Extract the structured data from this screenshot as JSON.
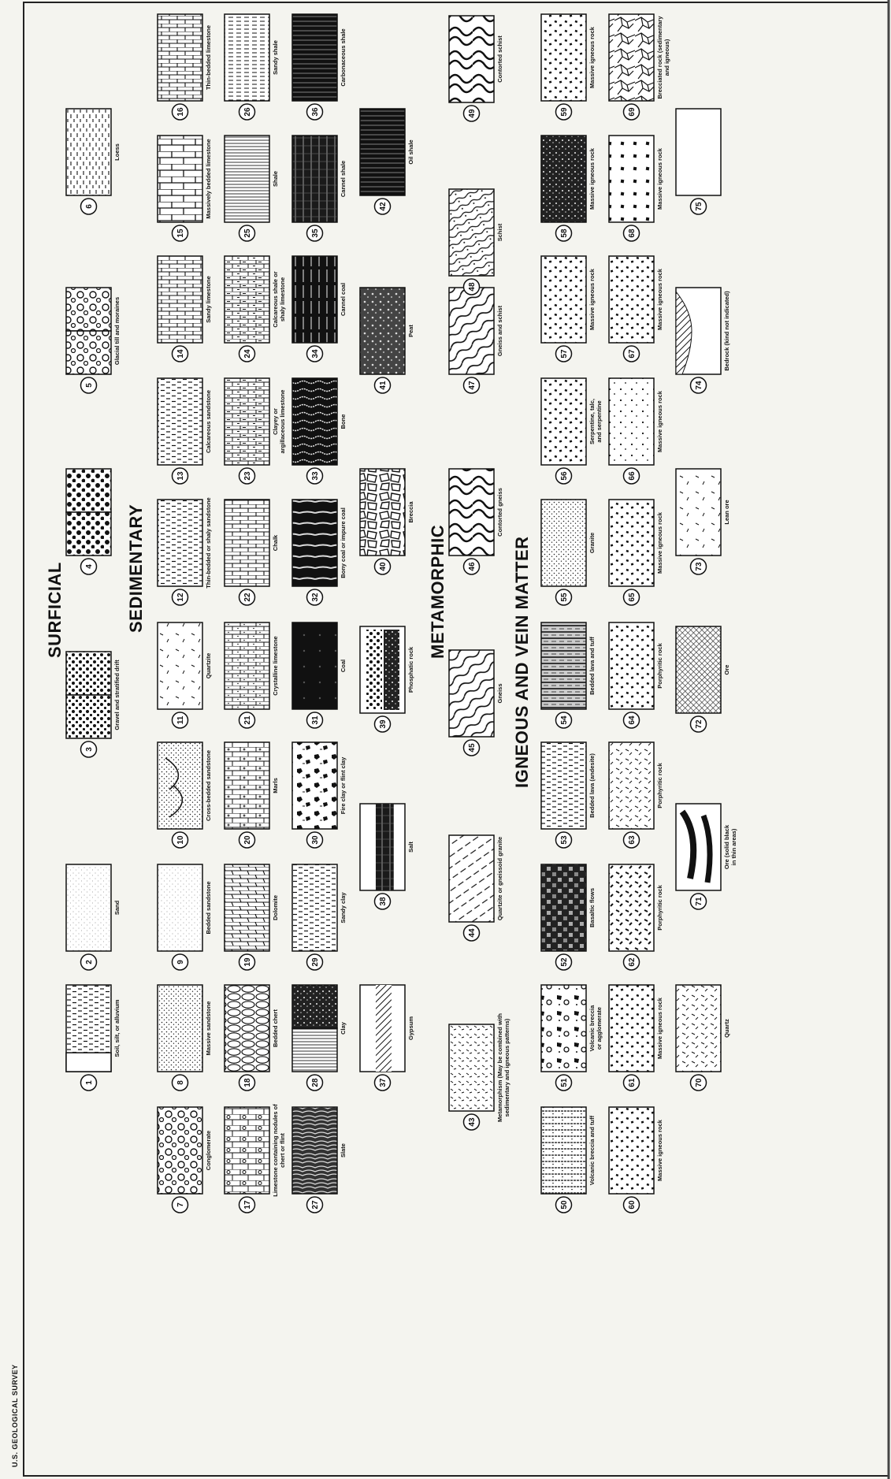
{
  "header": {
    "agency": "U.S. GEOLOGICAL SURVEY"
  },
  "sections": {
    "surficial": "SURFICIAL",
    "sedimentary": "SEDIMENTARY",
    "metamorphic": "METAMORPHIC",
    "igneous": "IGNEOUS AND VEIN MATTER"
  },
  "patterns": [
    {
      "n": "1",
      "label": "Soil, silt, or alluvium",
      "pattern": "dash-split",
      "section": "surficial"
    },
    {
      "n": "2",
      "label": "Sand",
      "pattern": "stipple-light",
      "section": "surficial"
    },
    {
      "n": "3",
      "label": "Gravel and stratified drift",
      "pattern": "dots-split",
      "section": "surficial"
    },
    {
      "n": "4",
      "label": "",
      "pattern": "dots-large-split",
      "section": "surficial"
    },
    {
      "n": "5",
      "label": "Glacial till and moraines",
      "pattern": "circles-split",
      "section": "surficial"
    },
    {
      "n": "6",
      "label": "Loess",
      "pattern": "vert-dash",
      "section": "surficial"
    },
    {
      "n": "7",
      "label": "Conglomerate",
      "pattern": "circles",
      "section": "sedimentary"
    },
    {
      "n": "8",
      "label": "Massive sandstone",
      "pattern": "stipple",
      "section": "sedimentary"
    },
    {
      "n": "9",
      "label": "Bedded sandstone",
      "pattern": "stipple-light",
      "section": "sedimentary"
    },
    {
      "n": "10",
      "label": "Cross-bedded sandstone",
      "pattern": "cross-bedded",
      "section": "sedimentary"
    },
    {
      "n": "11",
      "label": "Quartzite",
      "pattern": "sparse-dash",
      "section": "sedimentary"
    },
    {
      "n": "12",
      "label": "Thin-bedded or shaly sandstone",
      "pattern": "dash-rows",
      "section": "sedimentary"
    },
    {
      "n": "13",
      "label": "Calcareous sandstone",
      "pattern": "dash-rows",
      "section": "sedimentary"
    },
    {
      "n": "14",
      "label": "Sandy limestone",
      "pattern": "bricks",
      "section": "sedimentary"
    },
    {
      "n": "15",
      "label": "Massively bedded limestone",
      "pattern": "bricks-large",
      "section": "sedimentary"
    },
    {
      "n": "16",
      "label": "Thin-bedded limestone",
      "pattern": "bricks",
      "section": "sedimentary"
    },
    {
      "n": "17",
      "label": "Limestone containing nodules of chert or flint",
      "pattern": "bricks-circles",
      "section": "sedimentary"
    },
    {
      "n": "18",
      "label": "Bedded chert",
      "pattern": "ovals",
      "section": "sedimentary"
    },
    {
      "n": "19",
      "label": "Dolomite",
      "pattern": "bricks-slant",
      "section": "sedimentary"
    },
    {
      "n": "20",
      "label": "Marls",
      "pattern": "bricks-crosses",
      "section": "sedimentary"
    },
    {
      "n": "21",
      "label": "Crystalline limestone",
      "pattern": "bricks-dots",
      "section": "sedimentary"
    },
    {
      "n": "22",
      "label": "Chalk",
      "pattern": "bricks",
      "section": "sedimentary"
    },
    {
      "n": "23",
      "label": "Clayey or argillaceous limestone",
      "pattern": "bricks-dash",
      "section": "sedimentary"
    },
    {
      "n": "24",
      "label": "Calcareous shale or shaly limestone",
      "pattern": "bricks-dash",
      "section": "sedimentary"
    },
    {
      "n": "25",
      "label": "Shale",
      "pattern": "horiz-lines",
      "section": "sedimentary"
    },
    {
      "n": "26",
      "label": "Sandy shale",
      "pattern": "horiz-dash",
      "section": "sedimentary"
    },
    {
      "n": "27",
      "label": "Slate",
      "pattern": "arcs",
      "section": "sedimentary"
    },
    {
      "n": "28",
      "label": "Clay",
      "pattern": "clay-split",
      "section": "sedimentary"
    },
    {
      "n": "29",
      "label": "Sandy clay",
      "pattern": "dash-rows",
      "section": "sedimentary"
    },
    {
      "n": "30",
      "label": "Fire clay or flint clay",
      "pattern": "blobs",
      "section": "sedimentary"
    },
    {
      "n": "31",
      "label": "Coal",
      "pattern": "dark-cloud",
      "section": "sedimentary"
    },
    {
      "n": "32",
      "label": "Bony coal or impure coal",
      "pattern": "dark-bands",
      "section": "sedimentary"
    },
    {
      "n": "33",
      "label": "Bone",
      "pattern": "dark-waves",
      "section": "sedimentary"
    },
    {
      "n": "34",
      "label": "Cannel coal",
      "pattern": "dark-vert",
      "section": "sedimentary"
    },
    {
      "n": "35",
      "label": "Cannel shale",
      "pattern": "dark-grid",
      "section": "sedimentary"
    },
    {
      "n": "36",
      "label": "Carbonaceous shale",
      "pattern": "dark-horiz",
      "section": "sedimentary"
    },
    {
      "n": "37",
      "label": "Gypsum",
      "pattern": "hatch-band",
      "section": "sedimentary"
    },
    {
      "n": "38",
      "label": "Salt",
      "pattern": "dark-band",
      "section": "sedimentary"
    },
    {
      "n": "39",
      "label": "Phosphatic rock",
      "pattern": "phosphatic",
      "section": "sedimentary"
    },
    {
      "n": "40",
      "label": "Breccia",
      "pattern": "breccia",
      "section": "sedimentary"
    },
    {
      "n": "41",
      "label": "Peat",
      "pattern": "peat",
      "section": "sedimentary"
    },
    {
      "n": "42",
      "label": "Oil shale",
      "pattern": "dark-horiz",
      "section": "sedimentary"
    },
    {
      "n": "43",
      "label": "Metamorphism (May be combined with sedimentary and igneous patterns)",
      "pattern": "short-dash",
      "section": "metamorphic"
    },
    {
      "n": "44",
      "label": "Quartzite or gneissoid granite",
      "pattern": "diag-dash",
      "section": "metamorphic"
    },
    {
      "n": "45",
      "label": "Gneiss",
      "pattern": "waves-diag",
      "section": "metamorphic"
    },
    {
      "n": "46",
      "label": "Contorted gneiss",
      "pattern": "contorted",
      "section": "metamorphic"
    },
    {
      "n": "47",
      "label": "Gneiss and schist",
      "pattern": "waves-diag",
      "section": "metamorphic"
    },
    {
      "n": "48",
      "label": "Schist",
      "pattern": "schist",
      "section": "metamorphic"
    },
    {
      "n": "49",
      "label": "Contorted schist",
      "pattern": "contorted",
      "section": "metamorphic"
    },
    {
      "n": "50",
      "label": "Volcanic breccia and tuff",
      "pattern": "volcanic",
      "section": "igneous"
    },
    {
      "n": "51",
      "label": "Volcanic breccia or agglomerate",
      "pattern": "agglomerate",
      "section": "igneous"
    },
    {
      "n": "52",
      "label": "Basaltic flows",
      "pattern": "basaltic",
      "section": "igneous"
    },
    {
      "n": "53",
      "label": "Bedded lava (andesite)",
      "pattern": "dash-rows",
      "section": "igneous"
    },
    {
      "n": "54",
      "label": "Bedded lava and tuff",
      "pattern": "lava-tuff",
      "section": "igneous"
    },
    {
      "n": "55",
      "label": "Granite",
      "pattern": "stipple",
      "section": "igneous"
    },
    {
      "n": "56",
      "label": "Serpentine, talc, and serpentine",
      "pattern": "specks",
      "section": "igneous"
    },
    {
      "n": "57",
      "label": "Massive igneous rock",
      "pattern": "specks",
      "section": "igneous"
    },
    {
      "n": "58",
      "label": "Massive igneous rock",
      "pattern": "dark-speckle",
      "section": "igneous"
    },
    {
      "n": "59",
      "label": "Massive igneous rock",
      "pattern": "specks",
      "section": "igneous"
    },
    {
      "n": "60",
      "label": "Massive igneous rock",
      "pattern": "specks",
      "section": "igneous"
    },
    {
      "n": "61",
      "label": "Massive igneous rock",
      "pattern": "specks",
      "section": "igneous"
    },
    {
      "n": "62",
      "label": "Porphyritic rock",
      "pattern": "slashes",
      "section": "igneous"
    },
    {
      "n": "63",
      "label": "Porphyritic rock",
      "pattern": "slashes-thin",
      "section": "igneous"
    },
    {
      "n": "64",
      "label": "Porphyritic rock",
      "pattern": "specks",
      "section": "igneous"
    },
    {
      "n": "65",
      "label": "Massive igneous rock",
      "pattern": "specks",
      "section": "igneous"
    },
    {
      "n": "66",
      "label": "Massive igneous rock",
      "pattern": "specks-sparse",
      "section": "igneous"
    },
    {
      "n": "67",
      "label": "Massive igneous rock",
      "pattern": "specks",
      "section": "igneous"
    },
    {
      "n": "68",
      "label": "Massive igneous rock",
      "pattern": "squares",
      "section": "igneous"
    },
    {
      "n": "69",
      "label": "Brecciated rock (sedimentary and igneous)",
      "pattern": "crackle",
      "section": "igneous"
    },
    {
      "n": "70",
      "label": "Quartz",
      "pattern": "slashes-thin",
      "section": "igneous"
    },
    {
      "n": "71",
      "label": "Ore (solid black in thin areas)",
      "pattern": "ore-streaks",
      "section": "igneous"
    },
    {
      "n": "72",
      "label": "Ore",
      "pattern": "cross-hatch",
      "section": "igneous"
    },
    {
      "n": "73",
      "label": "Lean ore",
      "pattern": "sparse-dash",
      "section": "igneous"
    },
    {
      "n": "74",
      "label": "Bedrock (kind not indicated)",
      "pattern": "bedrock",
      "section": "igneous"
    },
    {
      "n": "75",
      "label": "",
      "pattern": "blank",
      "section": "igneous"
    }
  ]
}
